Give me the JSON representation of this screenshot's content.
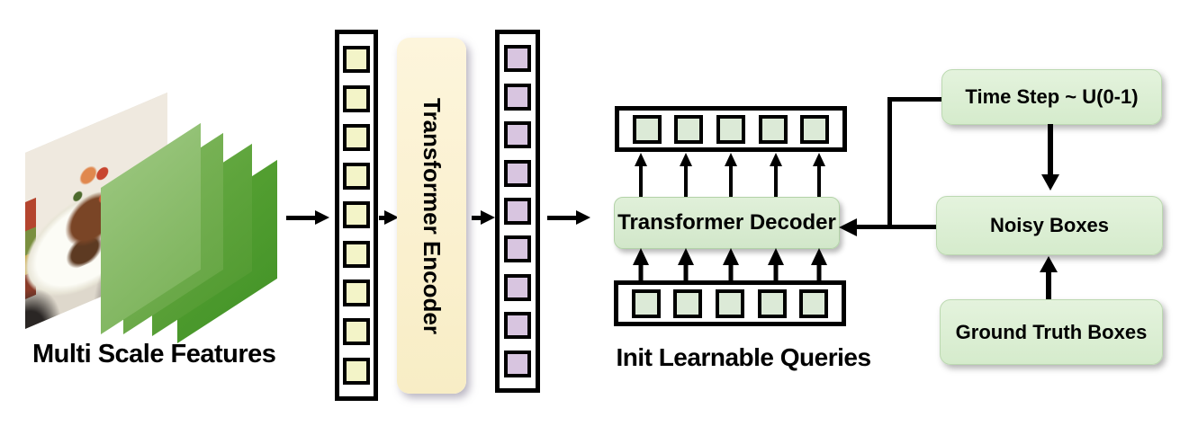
{
  "labels": {
    "multi_scale": "Multi Scale Features",
    "encoder": "Transformer Encoder",
    "decoder": "Transformer Decoder",
    "init_queries": "Init Learnable Queries",
    "time_step": "Time Step ~ U(0-1)",
    "noisy_boxes": "Noisy Boxes",
    "ground_truth": "Ground Truth Boxes"
  },
  "counts": {
    "feature_maps": 4,
    "encoder_tokens": 9,
    "encoded_tokens": 9,
    "output_slots": 5,
    "query_slots": 5,
    "decoder_in_arrows": 5,
    "decoder_out_arrows": 5
  },
  "colors": {
    "outline": "#000000",
    "encoder_token_fill": "#f3f4c8",
    "encoded_token_fill": "#d8c5e0",
    "slot_fill": "#dcead7",
    "encoder_box_fill": "#faf0cd",
    "green_box_fill": "#daeed3",
    "feature_map_fills": [
      {
        "top": "#97c47a",
        "bottom": "#7fb55e"
      },
      {
        "top": "#79b356",
        "bottom": "#68a746"
      },
      {
        "top": "#63a840",
        "bottom": "#549c33"
      },
      {
        "top": "#55a032",
        "bottom": "#47962a"
      }
    ]
  }
}
